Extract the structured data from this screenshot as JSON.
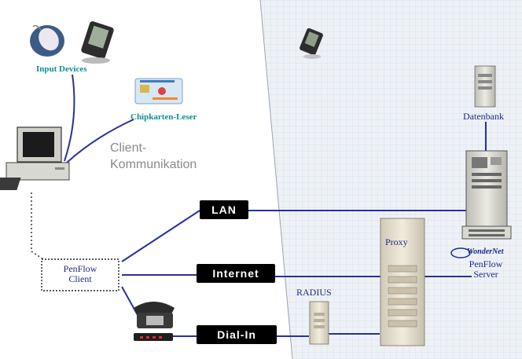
{
  "labels": {
    "input_devices": "Input Devices",
    "chip_reader": "Chipkarten-Leser",
    "client_comm_line1": "Client-",
    "client_comm_line2": "Kommunikation",
    "penflow_client_line1": "PenFlow",
    "penflow_client_line2": "Client",
    "lan": "LAN",
    "internet": "Internet",
    "dial_in": "Dial-In",
    "radius": "RADIUS",
    "proxy": "Proxy",
    "datenbank": "Datenbank",
    "penflow_server_line1": "PenFlow",
    "penflow_server_line2": "Server",
    "brand": "WonderNet"
  },
  "colors": {
    "line": "#2a2f9e",
    "label_teal": "#0e8f8f",
    "label_navy": "#1d2a8a",
    "grid_bg": "#eef2f6",
    "tag_bg": "#000000"
  },
  "icons": [
    "mouse-icon",
    "pda-icon",
    "chipcard-icon",
    "computer-icon",
    "telephone-icon",
    "modem-icon",
    "server-icon",
    "proxy-tower-icon",
    "database-icon"
  ]
}
